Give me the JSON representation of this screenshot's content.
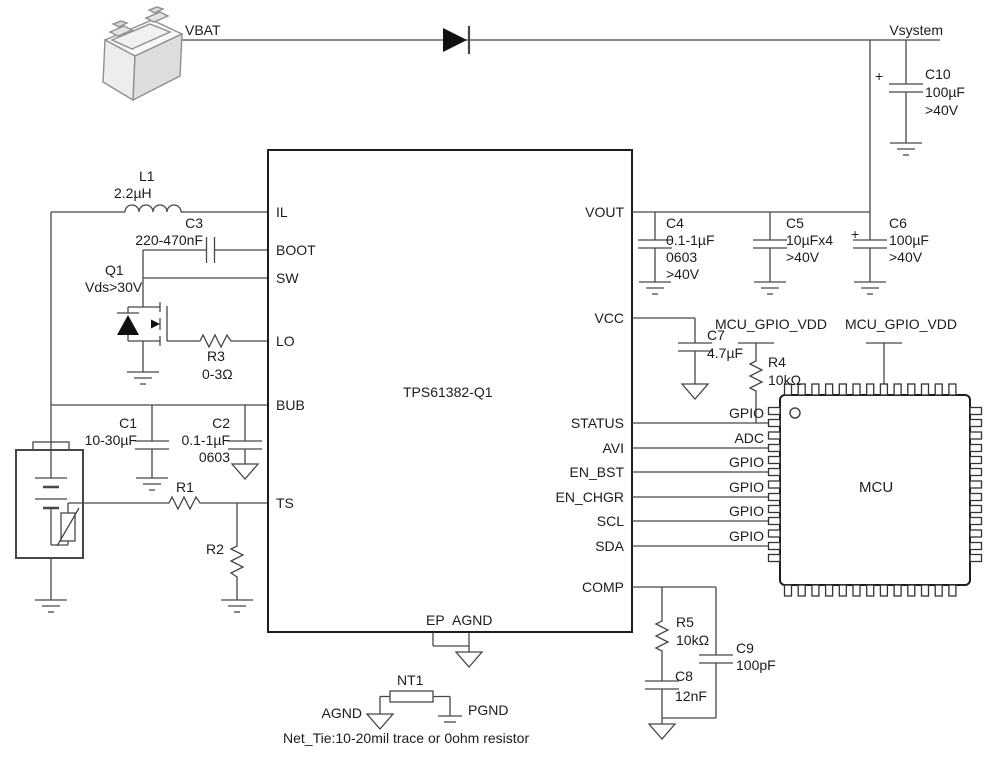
{
  "nets": {
    "vbat": "VBAT",
    "vsystem": "Vsystem"
  },
  "ic": {
    "name": "TPS61382-Q1",
    "left_pins": [
      "IL",
      "BOOT",
      "SW",
      "LO",
      "BUB",
      "TS"
    ],
    "right_pins": [
      "VOUT",
      "VCC",
      "STATUS",
      "AVI",
      "EN_BST",
      "EN_CHGR",
      "SCL",
      "SDA",
      "COMP"
    ],
    "bottom_pins": [
      "EP",
      "AGND"
    ]
  },
  "mcu": {
    "name": "MCU",
    "power_rail_left": "MCU_GPIO_VDD",
    "power_rail_right": "MCU_GPIO_VDD",
    "wire_labels": [
      "GPIO",
      "ADC",
      "GPIO",
      "GPIO",
      "GPIO",
      "GPIO"
    ]
  },
  "components": {
    "L1": {
      "ref": "L1",
      "value": "2.2µH"
    },
    "C3": {
      "ref": "C3",
      "value": "220-470nF"
    },
    "Q1": {
      "ref": "Q1",
      "value": "Vds>30V"
    },
    "R3": {
      "ref": "R3",
      "value": "0-3Ω"
    },
    "C1": {
      "ref": "C1",
      "value": "10-30µF"
    },
    "C2": {
      "ref": "C2",
      "value": "0.1-1µF",
      "size": "0603"
    },
    "R1": {
      "ref": "R1"
    },
    "R2": {
      "ref": "R2"
    },
    "C4": {
      "ref": "C4",
      "value": "0.1-1µF",
      "size": "0603",
      "rating": ">40V"
    },
    "C5": {
      "ref": "C5",
      "value": "10µFx4",
      "rating": ">40V"
    },
    "C6": {
      "ref": "C6",
      "value": "100µF",
      "rating": ">40V",
      "polarity": "+"
    },
    "C7": {
      "ref": "C7",
      "value": "4.7µF"
    },
    "C8": {
      "ref": "C8",
      "value": "12nF"
    },
    "C9": {
      "ref": "C9",
      "value": "100pF"
    },
    "C10": {
      "ref": "C10",
      "value": "100µF",
      "rating": ">40V",
      "polarity": "+"
    },
    "R4": {
      "ref": "R4",
      "value": "10kΩ"
    },
    "R5": {
      "ref": "R5",
      "value": "10kΩ"
    },
    "NT1": {
      "ref": "NT1",
      "left_gnd": "AGND",
      "right_gnd": "PGND",
      "note": "Net_Tie:10-20mil trace or 0ohm resistor"
    }
  }
}
